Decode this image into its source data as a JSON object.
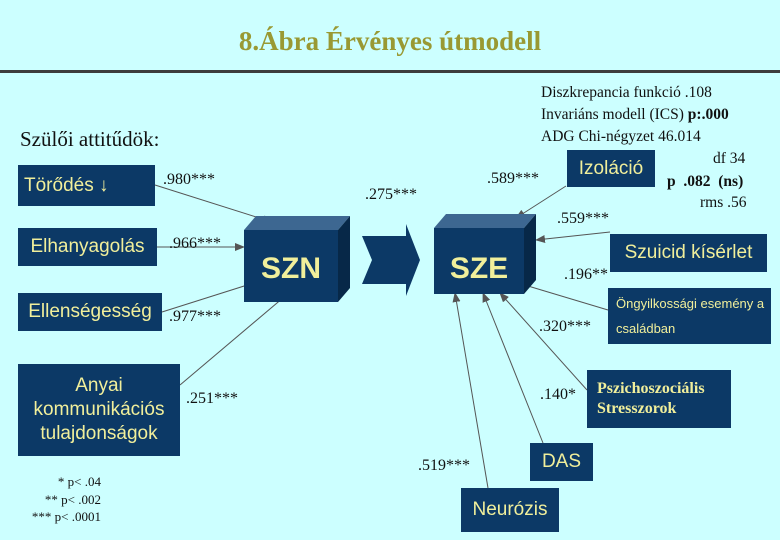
{
  "title": "8.Ábra  Érvényes  útmodell",
  "section_label": "Szülői attitűdök:",
  "stats": {
    "line1": "Diszkrepancia funkció   .108",
    "line2_prefix": "Invariáns modell (ICS)  ",
    "line2_value": "p:.000",
    "line3": "ADG Chi-négyzet         46.014",
    "line4": "df  34",
    "line5_prefix": "p ",
    "line5_value": ".082",
    "line5_suffix": "(ns)",
    "line6": "rms  .56"
  },
  "nodes": {
    "torodes": "Törődés ↓",
    "elhanyagolas": "Elhanyagolás",
    "ellensegesseg": "Ellenségesség",
    "anyai": "Anyai kommunikációs tulajdonságok",
    "szn": "SZN",
    "sze": "SZE",
    "izolacio": "Izoláció",
    "szuicid": "Szuicid kísérlet",
    "ongyilkossagi": "Öngyilkossági esemény a családban",
    "pszicho": "Pszichoszociális Stresszorok",
    "das": "DAS",
    "neurozis": "Neurózis"
  },
  "coefficients": {
    "torodes": ".980***",
    "elhanyagolas": ".966***",
    "ellensegesseg": ".977***",
    "anyai": ".251***",
    "szn_sze": ".275***",
    "izolacio": ".589***",
    "szuicid": ".559***",
    "ongyilkossagi": ".196**",
    "ongyilkossagi_320": ".320***",
    "pszicho": ".140*",
    "neurozis": ".519***"
  },
  "notes": [
    "* p< .04",
    "** p< .002",
    "*** p< .0001"
  ],
  "colors": {
    "background": "#ccffff",
    "box": "#0c3966",
    "box_text": "#f1ef9b",
    "title": "#999933"
  }
}
